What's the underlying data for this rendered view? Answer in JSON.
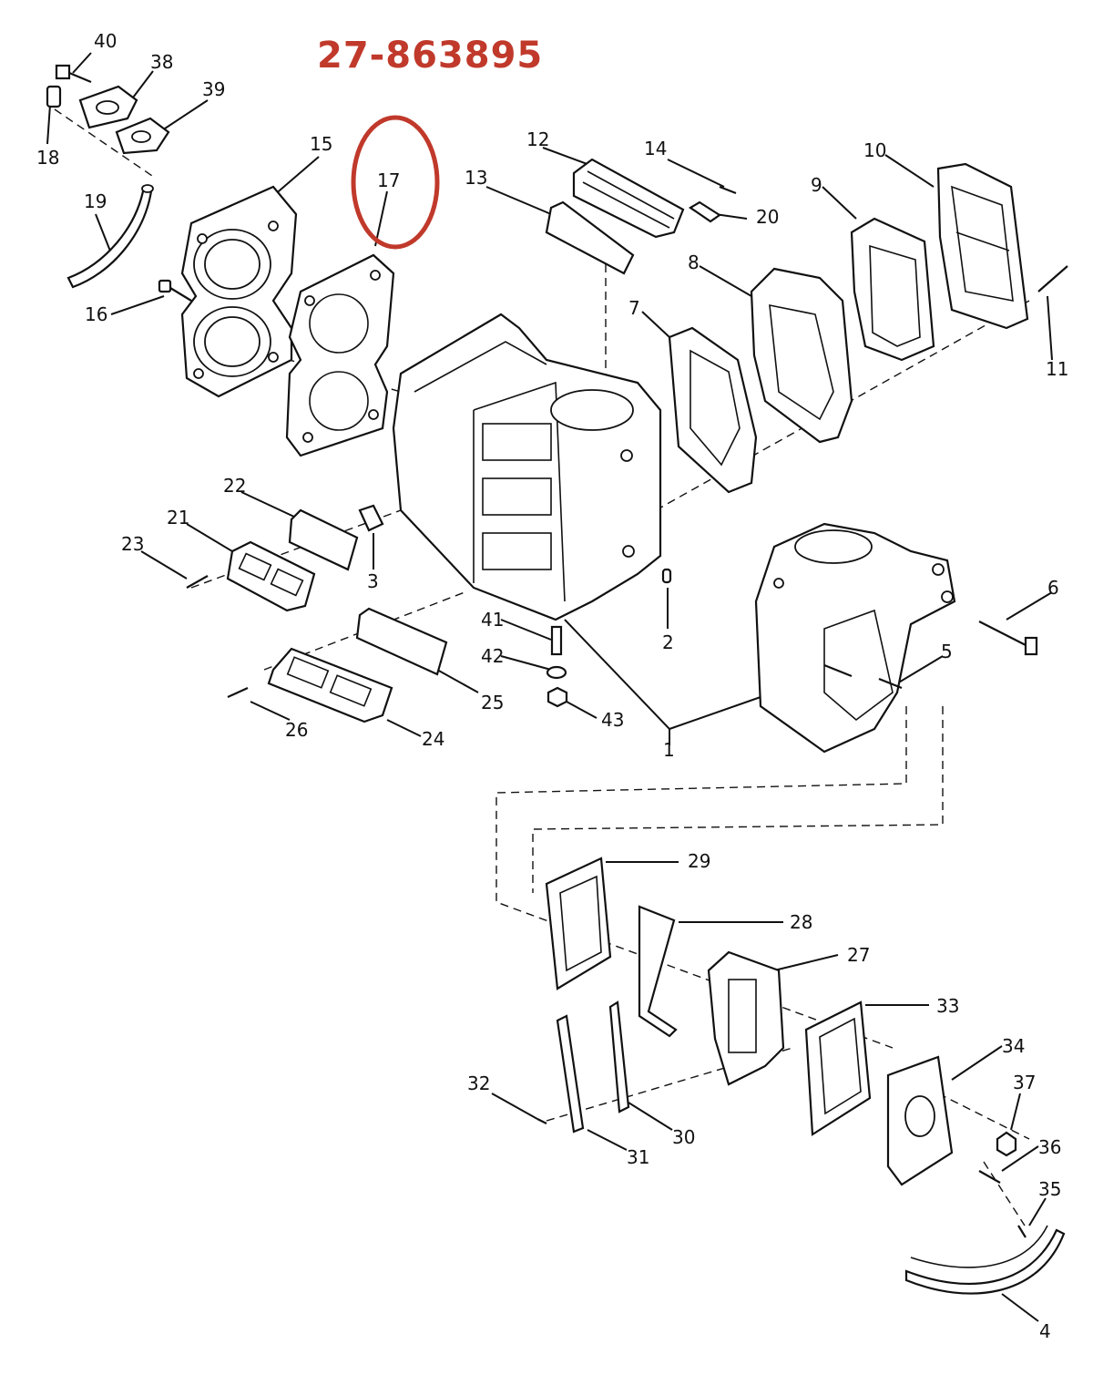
{
  "part_number": "27-863895",
  "highlight_color": "#c0392b",
  "callouts": [
    "1",
    "2",
    "3",
    "4",
    "5",
    "6",
    "7",
    "8",
    "9",
    "10",
    "11",
    "12",
    "13",
    "14",
    "15",
    "16",
    "17",
    "18",
    "19",
    "20",
    "21",
    "22",
    "23",
    "24",
    "25",
    "26",
    "27",
    "28",
    "29",
    "30",
    "31",
    "32",
    "33",
    "34",
    "35",
    "36",
    "37",
    "38",
    "39",
    "40",
    "41",
    "42",
    "43"
  ],
  "highlighted_callout": "17"
}
